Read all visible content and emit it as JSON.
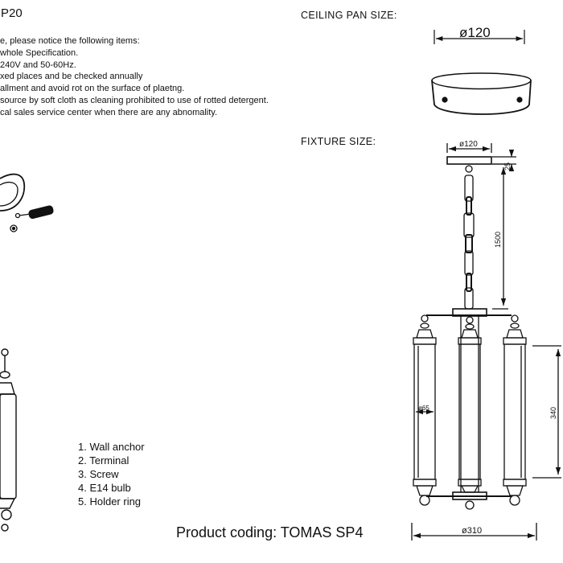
{
  "header": {
    "title_fragment": "P20"
  },
  "notes": [
    "e, please notice the following items:",
    "whole Specification.",
    "240V and 50-60Hz.",
    "xed places and be checked annually",
    "allment and avoid rot on the surface of plaetng.",
    "source by soft cloth as cleaning prohibited to use of rotted detergent.",
    "cal sales service center when there are any abnomality."
  ],
  "ceiling_pan": {
    "heading": "CEILING PAN  SIZE:",
    "diameter": "ø120"
  },
  "fixture": {
    "heading": "FIXTURE SIZE:",
    "top_diameter": "ø120",
    "canopy_height": "25",
    "chain_length": "1500",
    "shade_diameter": "ø65",
    "body_height": "340",
    "overall_diameter": "ø310"
  },
  "parts_list": [
    "1. Wall anchor",
    "2. Terminal",
    "3. Screw",
    "4. E14 bulb",
    "5. Holder ring"
  ],
  "product_coding": "Product coding: TOMAS SP4"
}
